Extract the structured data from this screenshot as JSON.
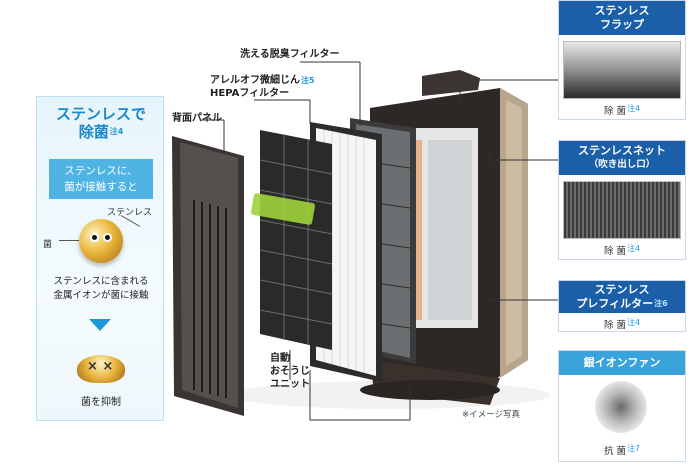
{
  "left_panel": {
    "title_line1": "ステンレスで",
    "title_line2": "除菌",
    "title_note": "注4",
    "caption_line1": "ステンレスに、",
    "caption_line2": "菌が接触すると",
    "label_stainless": "ステンレス",
    "label_germ": "菌",
    "desc_line1": "ステンレスに含まれる",
    "desc_line2": "金属イオンが菌に接触",
    "dead_marks": "× ×",
    "result": "菌を抑制"
  },
  "labels": {
    "washable_filter": "洗える脱臭フィルター",
    "hepa_line1": "アレルオフ微細じん",
    "hepa_note": "注5",
    "hepa_line2": "HEPAフィルター",
    "back_panel": "背面パネル",
    "auto_clean_line1": "自動",
    "auto_clean_line2": "おそうじ",
    "auto_clean_line3": "ユニット"
  },
  "right_panels": [
    {
      "title_line1": "ステンレス",
      "title_line2": "フラップ",
      "title_note": "",
      "footer": "除 菌",
      "footer_note": "注4"
    },
    {
      "title_line1": "ステンレスネット",
      "title_line2": "（吹き出し口）",
      "title_note": "",
      "footer": "除 菌",
      "footer_note": "注4"
    },
    {
      "title_line1": "ステンレス",
      "title_line2": "プレフィルター",
      "title_note": "注6",
      "footer": "除 菌",
      "footer_note": "注4"
    },
    {
      "title_line1": "銀イオンファン",
      "title_line2": "",
      "title_note": "",
      "footer": "抗 菌",
      "footer_note": "注7"
    }
  ],
  "note": "※イメージ写真",
  "colors": {
    "accent_blue": "#1a5fa8",
    "light_blue": "#1a9ad6",
    "panel_bg": "#e6f4fb"
  }
}
